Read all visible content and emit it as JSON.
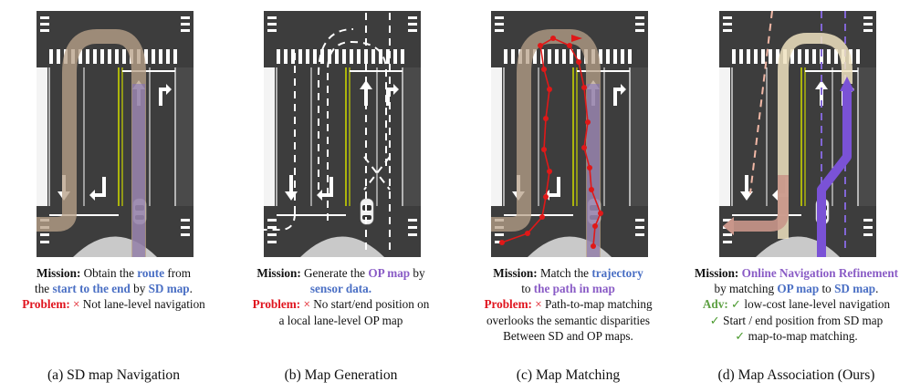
{
  "panels": [
    {
      "caption": "(a) SD map Navigation",
      "mission_label": "Mission:",
      "mission_part1": "Obtain the",
      "mission_hl1": "route",
      "mission_part2": "from",
      "mission_line2_pre": "the",
      "mission_hl2": "start to the end",
      "mission_mid": "by",
      "mission_hl3": "SD map",
      "mission_end": ".",
      "problem_label": "Problem:",
      "problem_mark": "×",
      "problem_text": "Not lane-level navigation"
    },
    {
      "caption": "(b) Map Generation",
      "mission_label": "Mission:",
      "mission_part1": "Generate the",
      "mission_hl1": "OP map",
      "mission_part2": "by",
      "mission_hl2": "sensor data.",
      "problem_label": "Problem:",
      "problem_mark": "×",
      "problem_text1": "No start/end position on",
      "problem_text2": "a local lane-level OP map"
    },
    {
      "caption": "(c) Map Matching",
      "mission_label": "Mission:",
      "mission_part1": "Match the",
      "mission_hl1": "trajectory",
      "mission_line2_pre": "to",
      "mission_hl2": "the path in map",
      "problem_label": "Problem:",
      "problem_mark": "×",
      "problem_text1": "Path-to-map matching",
      "problem_text2": "overlooks the semantic disparities",
      "problem_text3": "Between SD and OP maps."
    },
    {
      "caption": "(d) Map Association (Ours)",
      "mission_label": "Mission:",
      "mission_hl1": "Online Navigation Refinement",
      "mission_line2_pre": "by matching",
      "mission_hl2": "OP map",
      "mission_mid": "to",
      "mission_hl3": "SD map",
      "mission_end": ".",
      "adv_label": "Adv:",
      "check": "✓",
      "adv1": "low-cost lane-level navigation",
      "adv2": "Start / end position from SD map",
      "adv3": "map-to-map matching."
    }
  ],
  "colors": {
    "road": "#3d3d3d",
    "route_sd": "#9a7a76",
    "route_op": "#8266d6",
    "trajectory": "#e01818",
    "highlight_blue": "#4a6fc4",
    "highlight_purple": "#8a5cc6",
    "problem_red": "#e0141e",
    "adv_green": "#5ea043"
  },
  "icons": [
    "straight-arrow-icon",
    "left-turn-arrow-icon",
    "car-icon",
    "check-icon",
    "cross-icon"
  ]
}
